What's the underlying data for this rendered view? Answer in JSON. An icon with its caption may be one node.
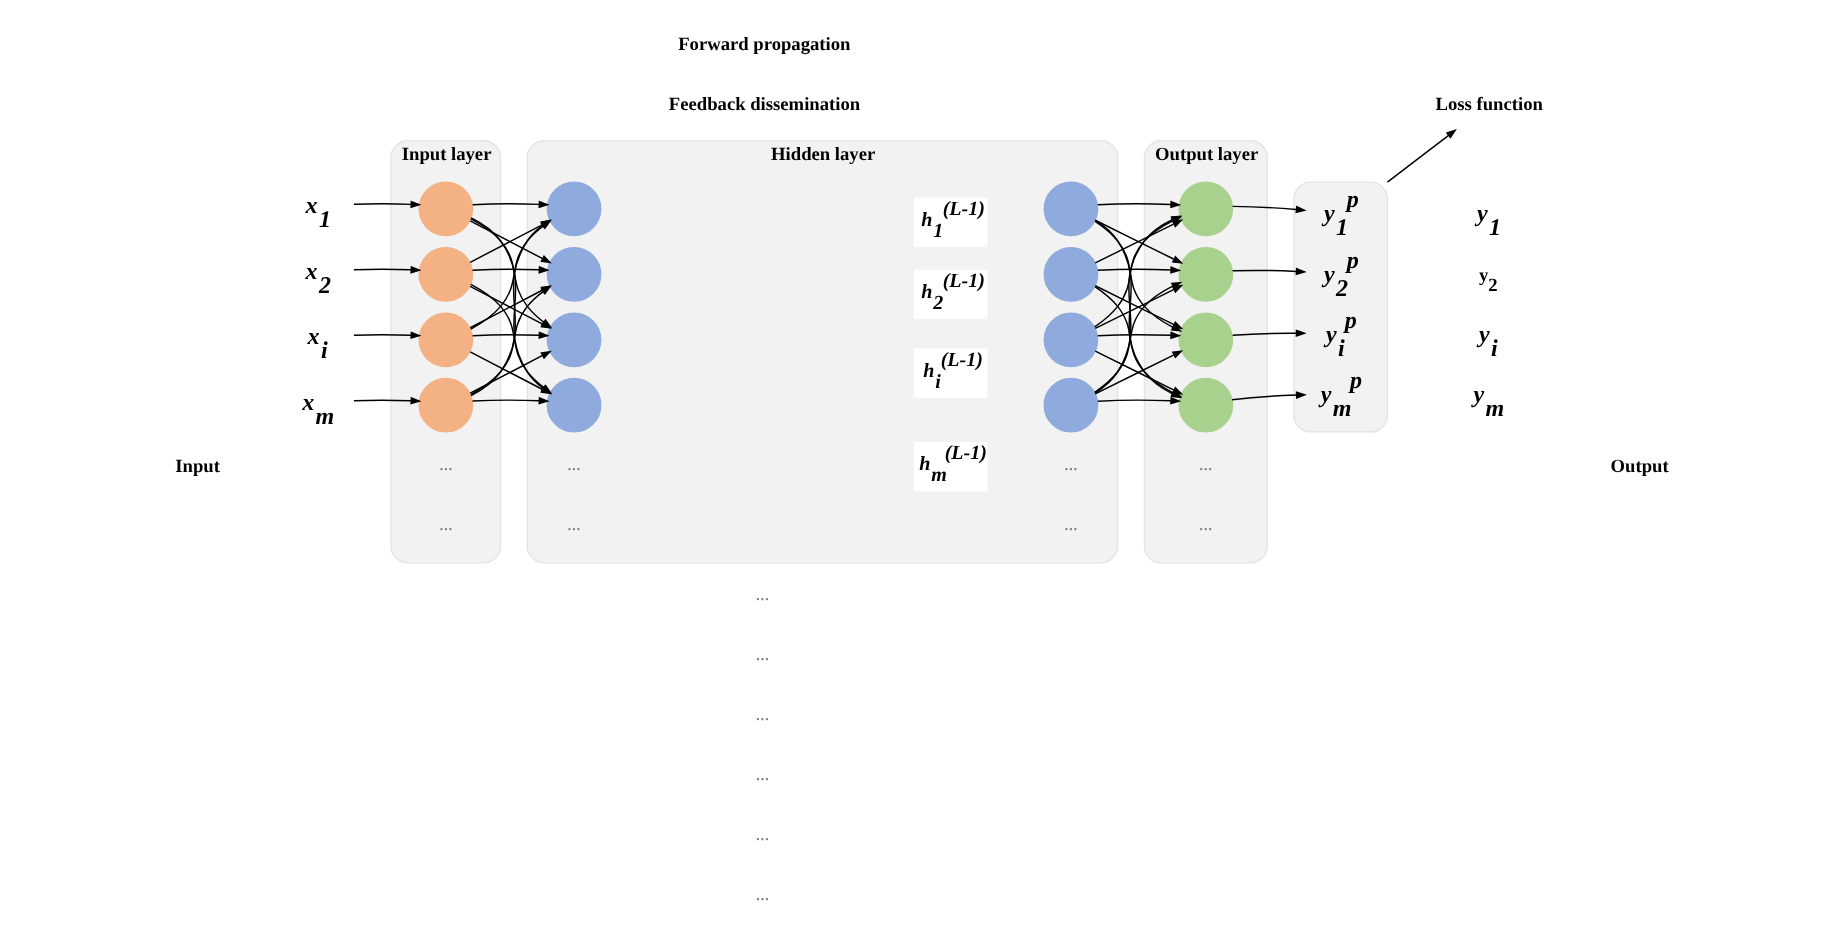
{
  "diagram": {
    "nodes": [
      {
        "text": [
          "Loss function"
        ]
      },
      {
        "text": [
          "Input layer"
        ]
      },
      {
        "text": [
          "Hidden layer"
        ]
      },
      {
        "text": [
          "Output layer"
        ]
      },
      {
        "text": [],
        "shape": "box"
      },
      {
        "text": [
          "x$_{1}$"
        ]
      },
      {
        "text": [
          "x$_{2}$"
        ]
      },
      {
        "text": [
          "x$_{i}$"
        ]
      },
      {
        "text": [
          "x$_{m}$"
        ]
      },
      {
        "text": [],
        "shape": "circle",
        "in": 1
      },
      {
        "text": [],
        "shape": "circle",
        "in": 1
      },
      {
        "text": [],
        "shape": "circle",
        "in": 1
      },
      {
        "text": [],
        "shape": "circle",
        "in": 1
      },
      {
        "text": [],
        "shape": "circle",
        "in": 2
      },
      {
        "text": [],
        "shape": "circle",
        "in": 2
      },
      {
        "text": [],
        "shape": "circle",
        "in": 2
      },
      {
        "text": [],
        "shape": "circle",
        "in": 2
      },
      {
        "text": [
          "h$_{1}$$^{(L-1)}$"
        ],
        "in": 2
      },
      {
        "text": [
          "h$_{2}$$^{(L-1)}$"
        ],
        "in": 2
      },
      {
        "text": [
          "h$_{i}$$^{(L-1)}$"
        ],
        "in": 2
      },
      {
        "text": [
          "h$_{m}$$^{(L-1)}$"
        ],
        "in": 2
      },
      {
        "text": [],
        "shape": "circle",
        "in": 2
      },
      {
        "text": [],
        "shape": "circle",
        "in": 2
      },
      {
        "text": [],
        "shape": "circle",
        "in": 2
      },
      {
        "text": [],
        "shape": "circle",
        "in": 2
      },
      {
        "text": [],
        "shape": "circle",
        "in": 3
      },
      {
        "text": [],
        "shape": "circle",
        "in": 3
      },
      {
        "text": [],
        "shape": "circle",
        "in": 3
      },
      {
        "text": [],
        "shape": "circle",
        "in": 3
      },
      {
        "text": [
          "y$_{1}$$^{p}$"
        ],
        "in": 4
      },
      {
        "text": [
          "y$_{2}$$^{p}$"
        ],
        "in": 4
      },
      {
        "text": [
          "y$_{i}$$^{p}$"
        ],
        "in": 4
      },
      {
        "text": [
          "y$_{m}$$^{p}$"
        ],
        "in": 4
      }
    ],
    "edges": [
      {
        "from": 5,
        "to": 9,
        "arrow": "to"
      },
      {
        "from": 6,
        "to": 10,
        "arrow": "to"
      },
      {
        "from": 7,
        "to": 11,
        "arrow": "to"
      },
      {
        "from": 8,
        "to": 12,
        "arrow": "to"
      },
      {
        "from": 9,
        "to": 13,
        "arrow": "to"
      },
      {
        "from": 9,
        "to": 14,
        "arrow": "to"
      },
      {
        "from": 9,
        "to": 15,
        "arrow": "to"
      },
      {
        "from": 9,
        "to": 16,
        "arrow": "to"
      },
      {
        "from": 10,
        "to": 13,
        "arrow": "to"
      },
      {
        "from": 10,
        "to": 14,
        "arrow": "to"
      },
      {
        "from": 10,
        "to": 15,
        "arrow": "to"
      },
      {
        "from": 10,
        "to": 16,
        "arrow": "to"
      },
      {
        "from": 11,
        "to": 13,
        "arrow": "to"
      },
      {
        "from": 11,
        "to": 14,
        "arrow": "to"
      },
      {
        "from": 11,
        "to": 15,
        "arrow": "to"
      },
      {
        "from": 11,
        "to": 16,
        "arrow": "to"
      },
      {
        "from": 12,
        "to": 13,
        "arrow": "to"
      },
      {
        "from": 12,
        "to": 14,
        "arrow": "to"
      },
      {
        "from": 12,
        "to": 15,
        "arrow": "to"
      },
      {
        "from": 12,
        "to": 16,
        "arrow": "to"
      },
      {
        "from": 21,
        "to": 25,
        "arrow": "to"
      },
      {
        "from": 21,
        "to": 26,
        "arrow": "to"
      },
      {
        "from": 21,
        "to": 27,
        "arrow": "to"
      },
      {
        "from": 21,
        "to": 28,
        "arrow": "to"
      },
      {
        "from": 22,
        "to": 25,
        "arrow": "to"
      },
      {
        "from": 22,
        "to": 26,
        "arrow": "to"
      },
      {
        "from": 22,
        "to": 27,
        "arrow": "to"
      },
      {
        "from": 22,
        "to": 28,
        "arrow": "to"
      },
      {
        "from": 23,
        "to": 25,
        "arrow": "to"
      },
      {
        "from": 23,
        "to": 26,
        "arrow": "to"
      },
      {
        "from": 23,
        "to": 27,
        "arrow": "to"
      },
      {
        "from": 23,
        "to": 28,
        "arrow": "to"
      },
      {
        "from": 24,
        "to": 25,
        "arrow": "to"
      },
      {
        "from": 24,
        "to": 26,
        "arrow": "to"
      },
      {
        "from": 24,
        "to": 27,
        "arrow": "to"
      },
      {
        "from": 24,
        "to": 28,
        "arrow": "to"
      },
      {
        "from": 25,
        "to": 29,
        "arrow": "to"
      },
      {
        "from": 26,
        "to": 30,
        "arrow": "to"
      },
      {
        "from": 27,
        "to": 31,
        "arrow": "to"
      },
      {
        "from": 28,
        "to": 32,
        "arrow": "to"
      },
      {
        "from": 4,
        "to": 0,
        "arrow": "to"
      }
    ],
    "labels": [
      "Feedback dissemination",
      "…",
      "y$_{1}$",
      "…",
      "y$_{2}$",
      "Input",
      "Output",
      "…",
      "…",
      "…",
      "…",
      "…",
      "…",
      "y$_{i}$",
      "…",
      "…",
      "…",
      "…",
      "…",
      "…",
      "y$_{m}$",
      "Forward propagation"
    ]
  }
}
